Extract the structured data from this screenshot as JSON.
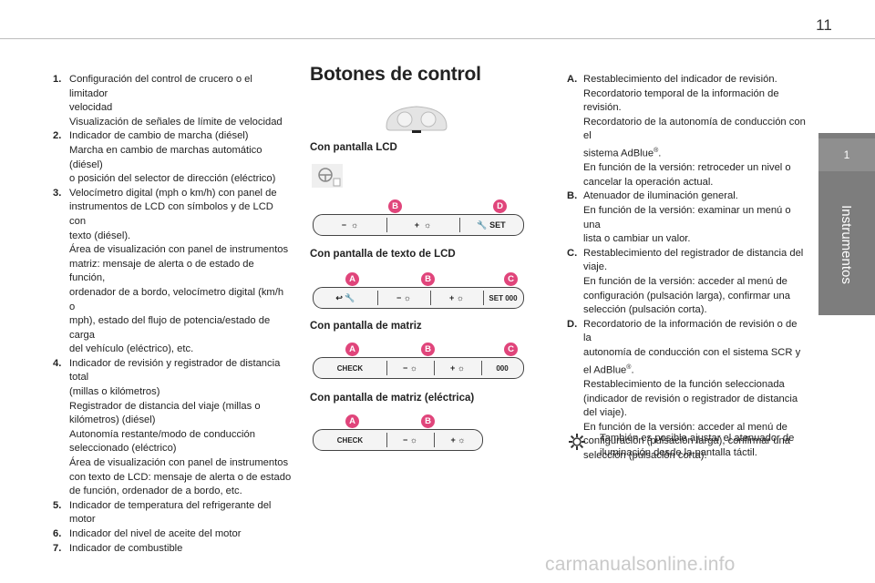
{
  "page_number": "11",
  "side_tab": {
    "number": "1",
    "label": "Instrumentos"
  },
  "left_list": [
    {
      "num": "1.",
      "lines": [
        "Configuración del control de crucero o el limitador",
        "velocidad",
        "Visualización de señales de límite de velocidad"
      ]
    },
    {
      "num": "2.",
      "lines": [
        "Indicador de cambio de marcha (diésel)",
        "Marcha en cambio de marchas automático (diésel)",
        "o posición del selector de dirección (eléctrico)"
      ]
    },
    {
      "num": "3.",
      "lines": [
        "Velocímetro digital (mph o km/h) con panel de",
        "instrumentos de LCD con símbolos y de LCD con",
        "texto (diésel).",
        "Área de visualización con panel de instrumentos",
        "matriz: mensaje de alerta o de estado de función,",
        "ordenador de a bordo, velocímetro digital (km/h o",
        "mph), estado del flujo de potencia/estado de carga",
        "del vehículo (eléctrico), etc."
      ]
    },
    {
      "num": "4.",
      "lines": [
        "Indicador de revisión y registrador de distancia total",
        "(millas o kilómetros)",
        "Registrador de distancia del viaje (millas o",
        "kilómetros) (diésel)",
        "Autonomía restante/modo de conducción",
        "seleccionado (eléctrico)",
        "Área de visualización con panel de instrumentos",
        "con texto de LCD: mensaje de alerta o de estado",
        "de función, ordenador de a bordo, etc."
      ]
    },
    {
      "num": "5.",
      "lines": [
        "Indicador de temperatura del refrigerante del motor"
      ]
    },
    {
      "num": "6.",
      "lines": [
        "Indicador del nivel de aceite del motor"
      ]
    },
    {
      "num": "7.",
      "lines": [
        "Indicador de combustible"
      ]
    }
  ],
  "middle": {
    "title": "Botones de control",
    "sections": [
      {
        "heading": "Con pantalla LCD"
      },
      {
        "heading": "Con pantalla de texto de LCD"
      },
      {
        "heading": "Con pantalla de matriz"
      },
      {
        "heading": "Con pantalla de matriz (eléctrica)"
      }
    ],
    "panels": {
      "lcd": {
        "badges": [
          "B",
          "D"
        ],
        "set_label": "SET"
      },
      "text_lcd": {
        "badges": [
          "A",
          "B",
          "C"
        ],
        "set_label": "SET 000"
      },
      "matrix": {
        "badges": [
          "A",
          "B",
          "C"
        ],
        "check_label": "CHECK",
        "zero_label": "000"
      },
      "matrix_electric": {
        "badges": [
          "A",
          "B"
        ],
        "check_label": "CHECK"
      }
    }
  },
  "right_list": [
    {
      "num": "A.",
      "lines": [
        "Restablecimiento del indicador de revisión.",
        "Recordatorio temporal de la información de",
        "revisión.",
        "Recordatorio de la autonomía de conducción con el",
        "sistema AdBlue®.",
        "En función de la versión: retroceder un nivel o",
        "cancelar la operación actual."
      ]
    },
    {
      "num": "B.",
      "lines": [
        "Atenuador de iluminación general.",
        "En función de la versión: examinar un menú o una",
        "lista o cambiar un valor."
      ]
    },
    {
      "num": "C.",
      "lines": [
        "Restablecimiento del registrador de distancia del",
        "viaje.",
        "En función de la versión: acceder al menú de",
        "configuración (pulsación larga), confirmar una",
        "selección (pulsación corta)."
      ]
    },
    {
      "num": "D.",
      "lines": [
        "Recordatorio de la información de revisión o de la",
        "autonomía de conducción con el sistema SCR y",
        "el AdBlue®.",
        "Restablecimiento de la función seleccionada",
        "(indicador de revisión o registrador de distancia",
        "del viaje).",
        "En función de la versión: acceder al menú de",
        "configuración (pulsación larga), confirmar una",
        "selección (pulsación corta)."
      ]
    }
  ],
  "note": [
    "También es posible ajustar el atenuador de",
    "iluminación desde la pantalla táctil."
  ],
  "watermark": "carmanualsonline.info"
}
